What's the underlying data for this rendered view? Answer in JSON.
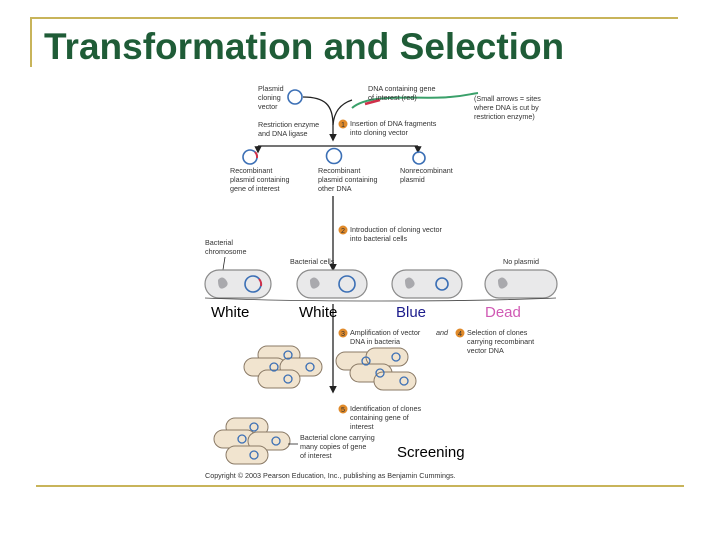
{
  "slide": {
    "title": "Transformation and Selection"
  },
  "figure": {
    "plasmid_label": [
      "Plasmid",
      "cloning",
      "vector"
    ],
    "dna_label": [
      "DNA containing gene",
      "of interest (red)"
    ],
    "note": [
      "(Small arrows = sites",
      "where DNA is cut by",
      "restriction enzyme)"
    ],
    "enzyme_label": [
      "Restriction enzyme",
      "and DNA ligase"
    ],
    "step1": {
      "num": "1",
      "lines": [
        "Insertion of DNA fragments",
        "into cloning vector"
      ]
    },
    "recombinant_gene": [
      "Recombinant",
      "plasmid containing",
      "gene of interest"
    ],
    "recombinant_other": [
      "Recombinant",
      "plasmid containing",
      "other DNA"
    ],
    "nonrecombinant": [
      "Nonrecombinant",
      "plasmid"
    ],
    "bacterial_chromosome": [
      "Bacterial",
      "chromosome"
    ],
    "step2": {
      "num": "2",
      "lines": [
        "Introduction of cloning vector",
        "into bacterial cells"
      ]
    },
    "bacterial_cells": "Bacterial cells",
    "no_plasmid": "No plasmid",
    "step3": {
      "num": "3",
      "lines": [
        "Amplification of vector",
        "DNA in bacteria"
      ]
    },
    "and_word": "and",
    "step4": {
      "num": "4",
      "lines": [
        "Selection of clones",
        "carrying recombinant",
        "vector DNA"
      ]
    },
    "step5": {
      "num": "5",
      "lines": [
        "Identification of clones",
        "containing gene of",
        "interest"
      ]
    },
    "clone_label": [
      "Bacterial clone carrying",
      "many copies of gene",
      "of interest"
    ],
    "copyright": "Copyright © 2003 Pearson Education, Inc., publishing as Benjamin Cummings."
  },
  "annotations": [
    {
      "text": "White",
      "color": "#000000"
    },
    {
      "text": "White",
      "color": "#000000"
    },
    {
      "text": "Blue",
      "color": "#1c1c8c"
    },
    {
      "text": "Dead",
      "color": "#d05ab4"
    },
    {
      "text": "Screening",
      "color": "#000000"
    }
  ],
  "colors": {
    "title": "#1f5c37",
    "frame": "#c8b45a",
    "arrow": "#222222",
    "step_circle": "#e08a2a",
    "plasmid": "#3b6fb5",
    "insert": "#d0304a"
  }
}
